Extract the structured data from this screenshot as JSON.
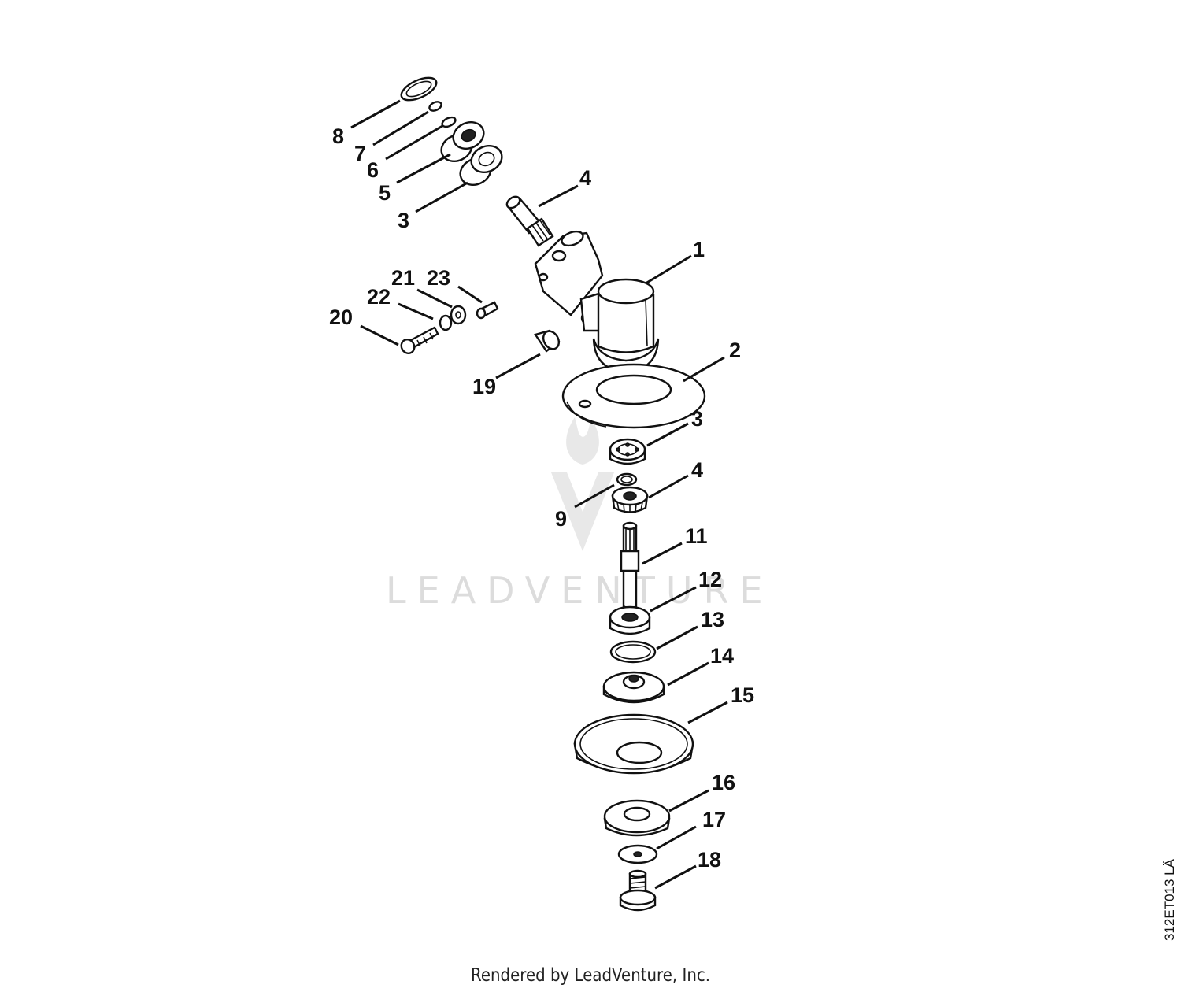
{
  "watermark": {
    "brand": "LEADVENTURE"
  },
  "footer": {
    "credit": "Rendered by LeadVenture, Inc."
  },
  "drawing_code": "312ET013 LÄ",
  "callouts": [
    {
      "id": "c-8",
      "label": "8"
    },
    {
      "id": "c-7",
      "label": "7"
    },
    {
      "id": "c-6",
      "label": "6"
    },
    {
      "id": "c-5",
      "label": "5"
    },
    {
      "id": "c-3a",
      "label": "3"
    },
    {
      "id": "c-4a",
      "label": "4"
    },
    {
      "id": "c-1",
      "label": "1"
    },
    {
      "id": "c-21",
      "label": "21"
    },
    {
      "id": "c-23",
      "label": "23"
    },
    {
      "id": "c-22",
      "label": "22"
    },
    {
      "id": "c-20",
      "label": "20"
    },
    {
      "id": "c-19",
      "label": "19"
    },
    {
      "id": "c-2",
      "label": "2"
    },
    {
      "id": "c-3b",
      "label": "3"
    },
    {
      "id": "c-4b",
      "label": "4"
    },
    {
      "id": "c-9",
      "label": "9"
    },
    {
      "id": "c-11",
      "label": "11"
    },
    {
      "id": "c-12",
      "label": "12"
    },
    {
      "id": "c-13",
      "label": "13"
    },
    {
      "id": "c-14",
      "label": "14"
    },
    {
      "id": "c-15",
      "label": "15"
    },
    {
      "id": "c-16",
      "label": "16"
    },
    {
      "id": "c-17",
      "label": "17"
    },
    {
      "id": "c-18",
      "label": "18"
    }
  ]
}
